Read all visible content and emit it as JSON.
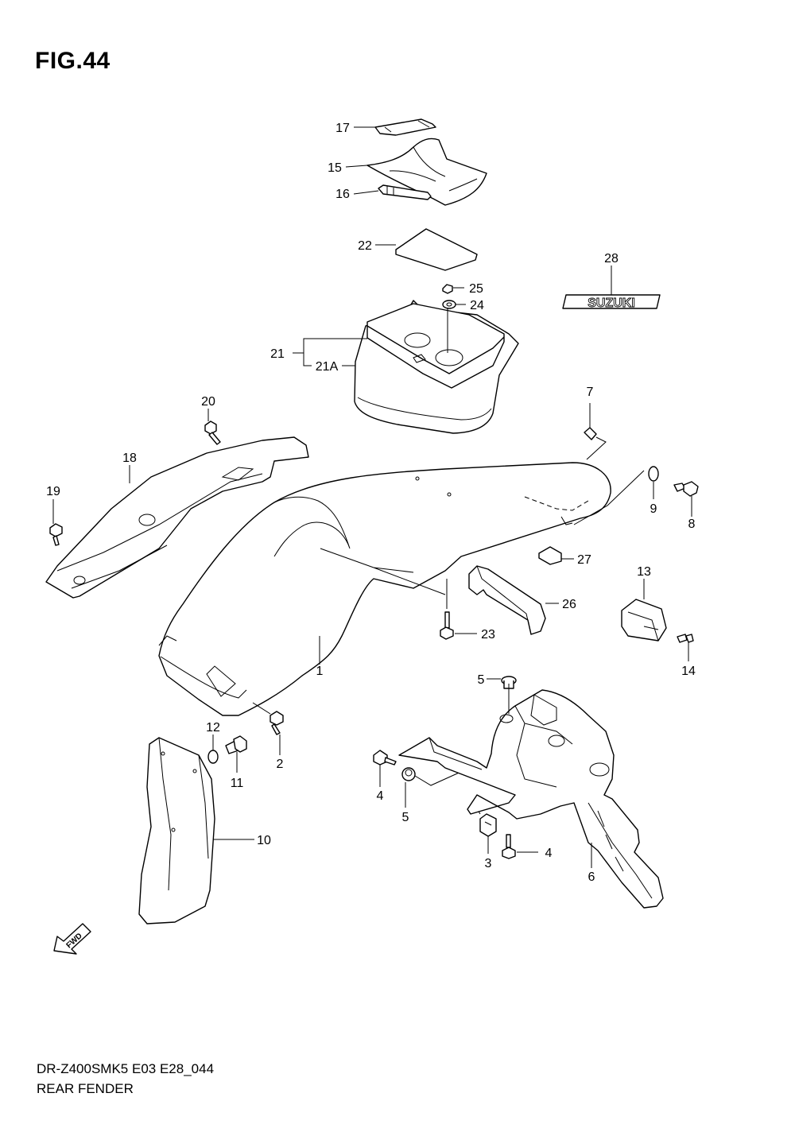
{
  "figure": {
    "title": "FIG.44",
    "model_code": "DR-Z400SMK5 E03 E28_044",
    "name": "REAR FENDER"
  },
  "callouts": [
    {
      "id": "1",
      "label": "1"
    },
    {
      "id": "2",
      "label": "2"
    },
    {
      "id": "3",
      "label": "3"
    },
    {
      "id": "4a",
      "label": "4"
    },
    {
      "id": "4b",
      "label": "4"
    },
    {
      "id": "5a",
      "label": "5"
    },
    {
      "id": "5b",
      "label": "5"
    },
    {
      "id": "6",
      "label": "6"
    },
    {
      "id": "7",
      "label": "7"
    },
    {
      "id": "8",
      "label": "8"
    },
    {
      "id": "9",
      "label": "9"
    },
    {
      "id": "10",
      "label": "10"
    },
    {
      "id": "11",
      "label": "11"
    },
    {
      "id": "12",
      "label": "12"
    },
    {
      "id": "13",
      "label": "13"
    },
    {
      "id": "14",
      "label": "14"
    },
    {
      "id": "15",
      "label": "15"
    },
    {
      "id": "16",
      "label": "16"
    },
    {
      "id": "17",
      "label": "17"
    },
    {
      "id": "18",
      "label": "18"
    },
    {
      "id": "19",
      "label": "19"
    },
    {
      "id": "20",
      "label": "20"
    },
    {
      "id": "21",
      "label": "21"
    },
    {
      "id": "21A",
      "label": "21A"
    },
    {
      "id": "22",
      "label": "22"
    },
    {
      "id": "23",
      "label": "23"
    },
    {
      "id": "24",
      "label": "24"
    },
    {
      "id": "25",
      "label": "25"
    },
    {
      "id": "26",
      "label": "26"
    },
    {
      "id": "27",
      "label": "27"
    },
    {
      "id": "28",
      "label": "28"
    }
  ],
  "emblem_text": "SUZUKI",
  "fwd_text": "FWD"
}
